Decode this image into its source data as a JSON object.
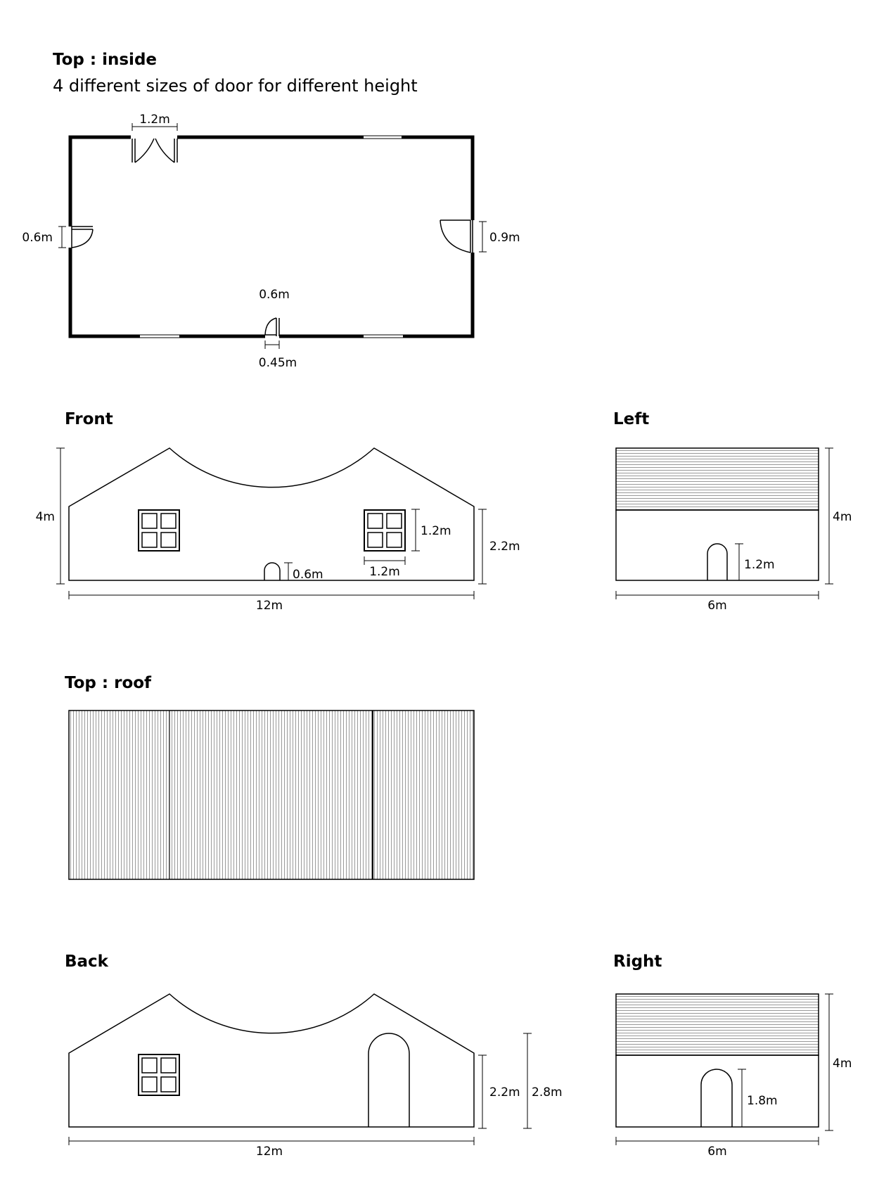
{
  "plan_inside": {
    "title": "Top : inside",
    "subtitle": "4 different sizes of door for different height",
    "dims": {
      "top_door": "1.2m",
      "left_door": "0.6m",
      "right_door": "0.9m",
      "inner_door": "0.6m",
      "bottom_door": "0.45m"
    }
  },
  "front": {
    "title": "Front",
    "dims": {
      "height": "4m",
      "window_h": "1.2m",
      "window_w": "1.2m",
      "door": "0.6m",
      "wall_h": "2.2m",
      "width": "12m"
    }
  },
  "left": {
    "title": "Left",
    "dims": {
      "height": "4m",
      "door": "1.2m",
      "width": "6m"
    }
  },
  "roof": {
    "title": "Top : roof"
  },
  "back": {
    "title": "Back",
    "dims": {
      "wall_h": "2.2m",
      "door_h": "2.8m",
      "width": "12m"
    }
  },
  "right": {
    "title": "Right",
    "dims": {
      "height": "4m",
      "door": "1.8m",
      "width": "6m"
    }
  }
}
